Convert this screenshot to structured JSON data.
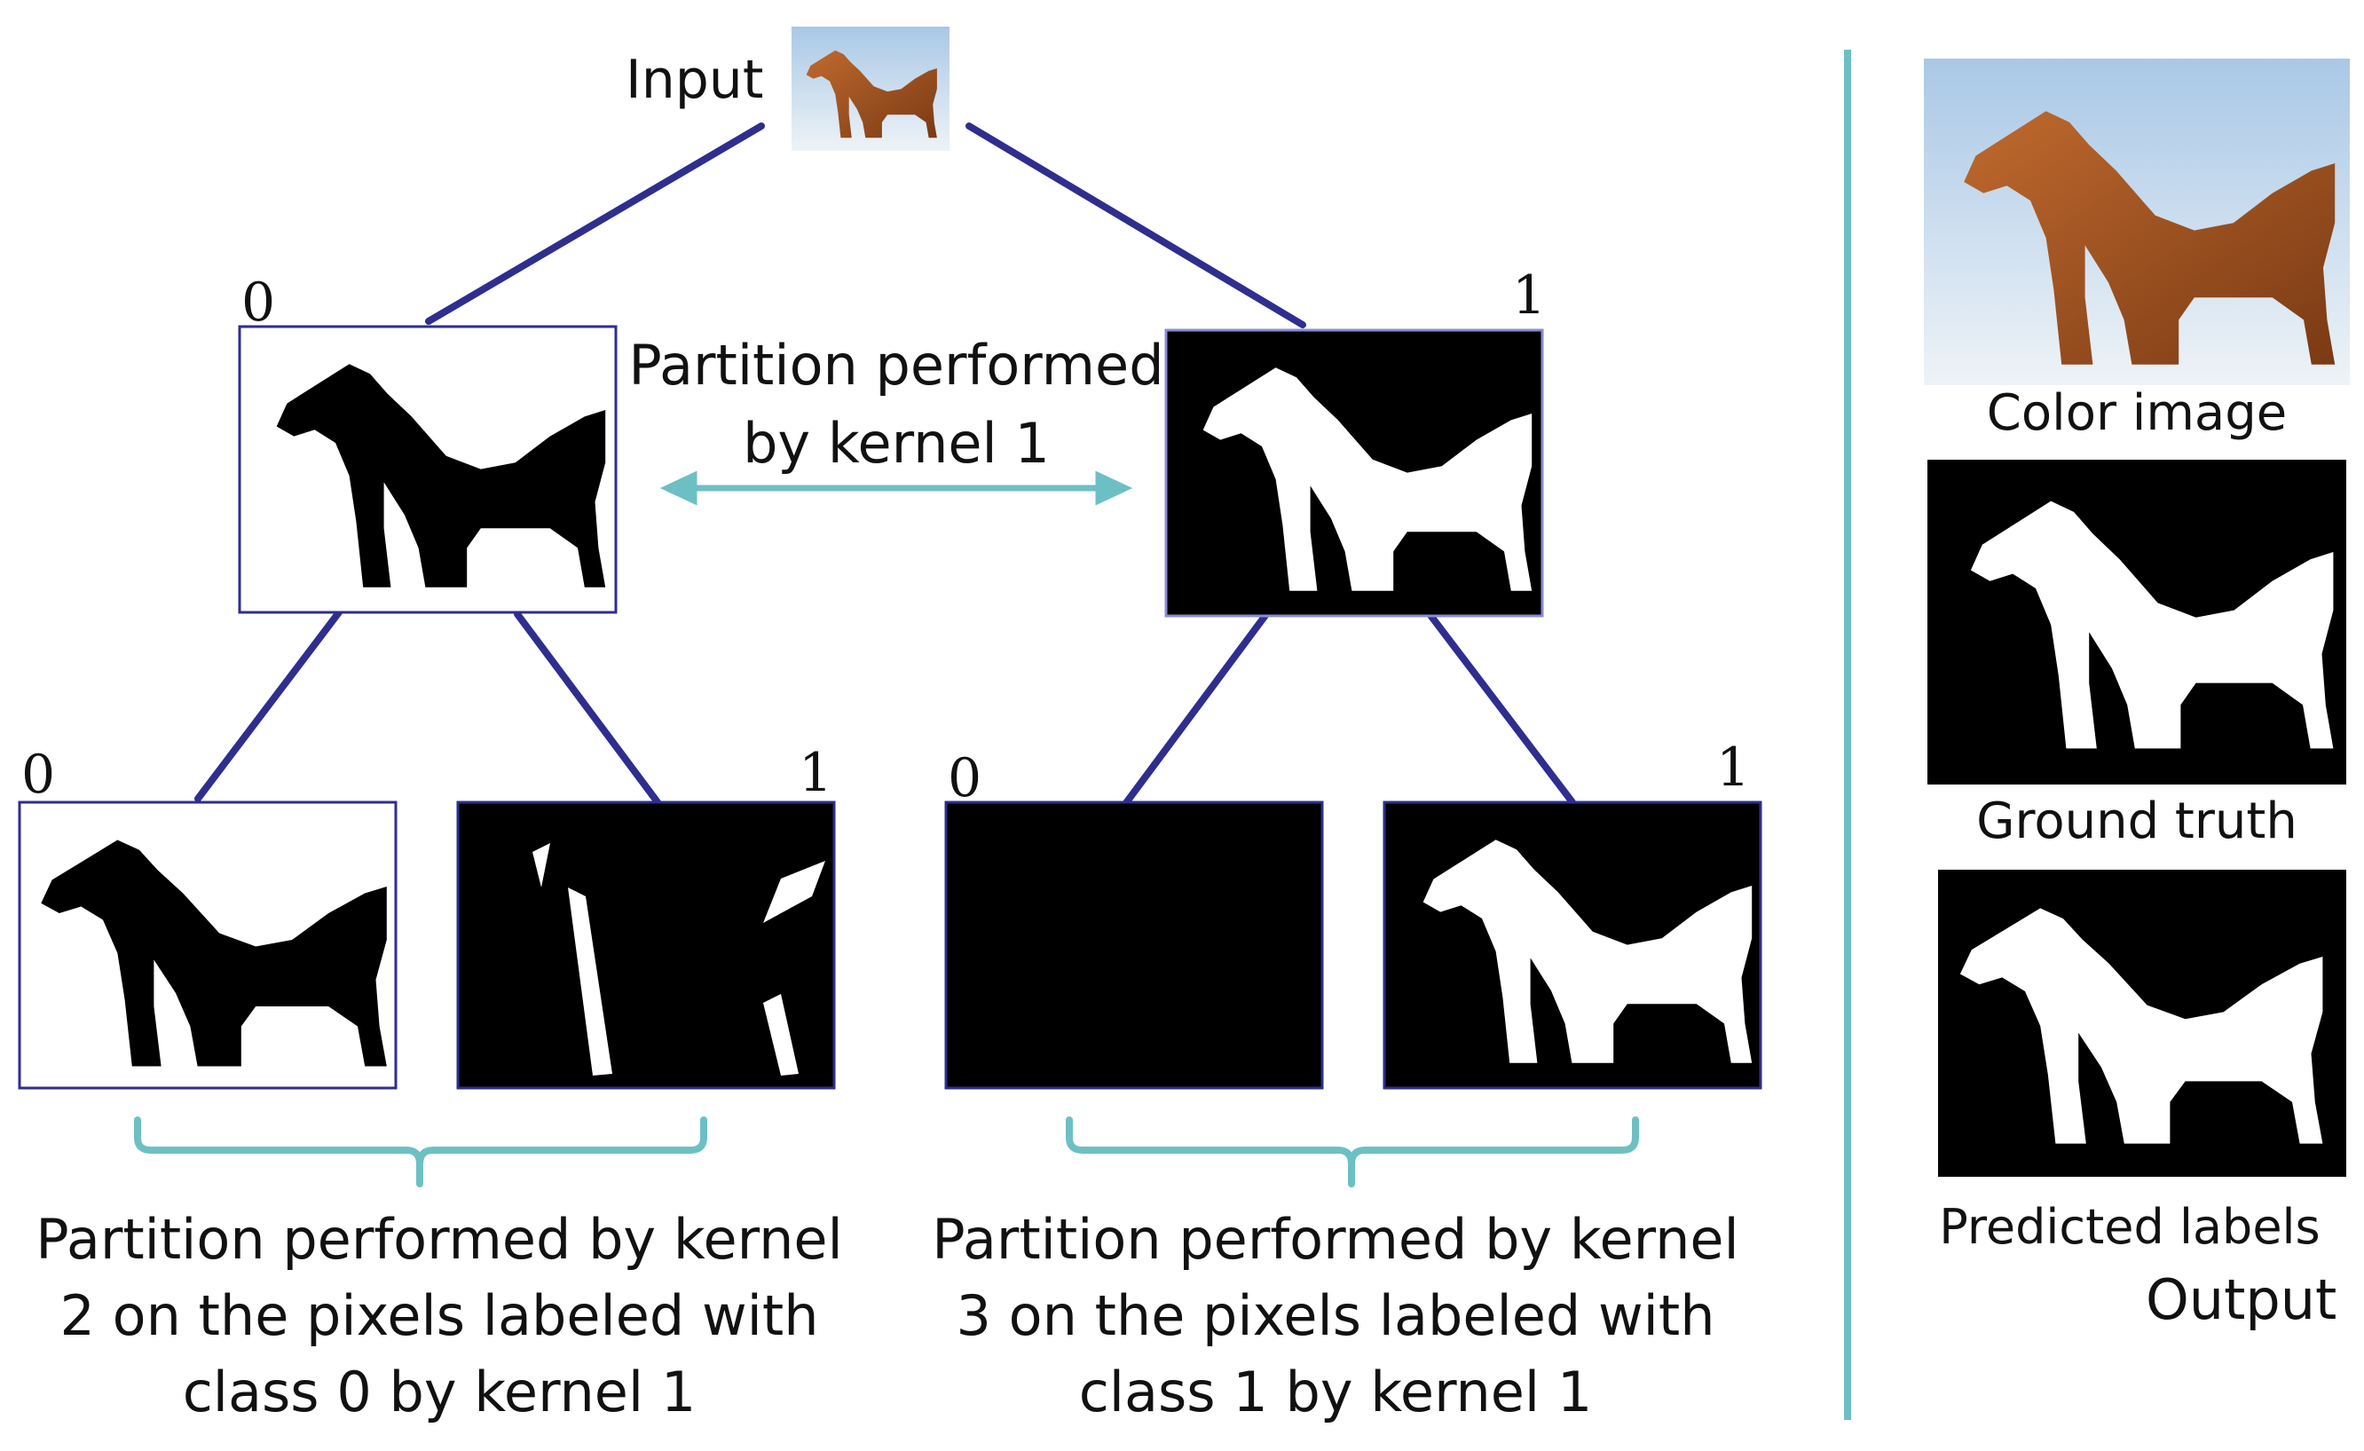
{
  "labels": {
    "input": "Input",
    "partition_k1_line1": "Partition performed",
    "partition_k1_line2": "by kernel 1",
    "left_caption": [
      "Partition performed by kernel",
      "2 on the pixels labeled with",
      "class 0 by kernel 1"
    ],
    "right_caption": [
      "Partition performed by kernel",
      "3 on the pixels labeled with",
      "class 1 by kernel 1"
    ],
    "color_image": "Color image",
    "ground_truth": "Ground truth",
    "predicted_labels": "Predicted labels",
    "output": "Output"
  },
  "class_labels": {
    "level1_left": "0",
    "level1_right": "1",
    "level2_ll": "0",
    "level2_lr": "1",
    "level2_rl": "0",
    "level2_rr": "1"
  },
  "colors": {
    "connector": "#2e2e8f",
    "arrow": "#6cc0c4",
    "divider": "#6cc0c4",
    "bracket": "#6cc0c4",
    "frame": "#2e2e8f"
  },
  "icons": {
    "input": "horse-photo",
    "masks": "horse-silhouette"
  }
}
